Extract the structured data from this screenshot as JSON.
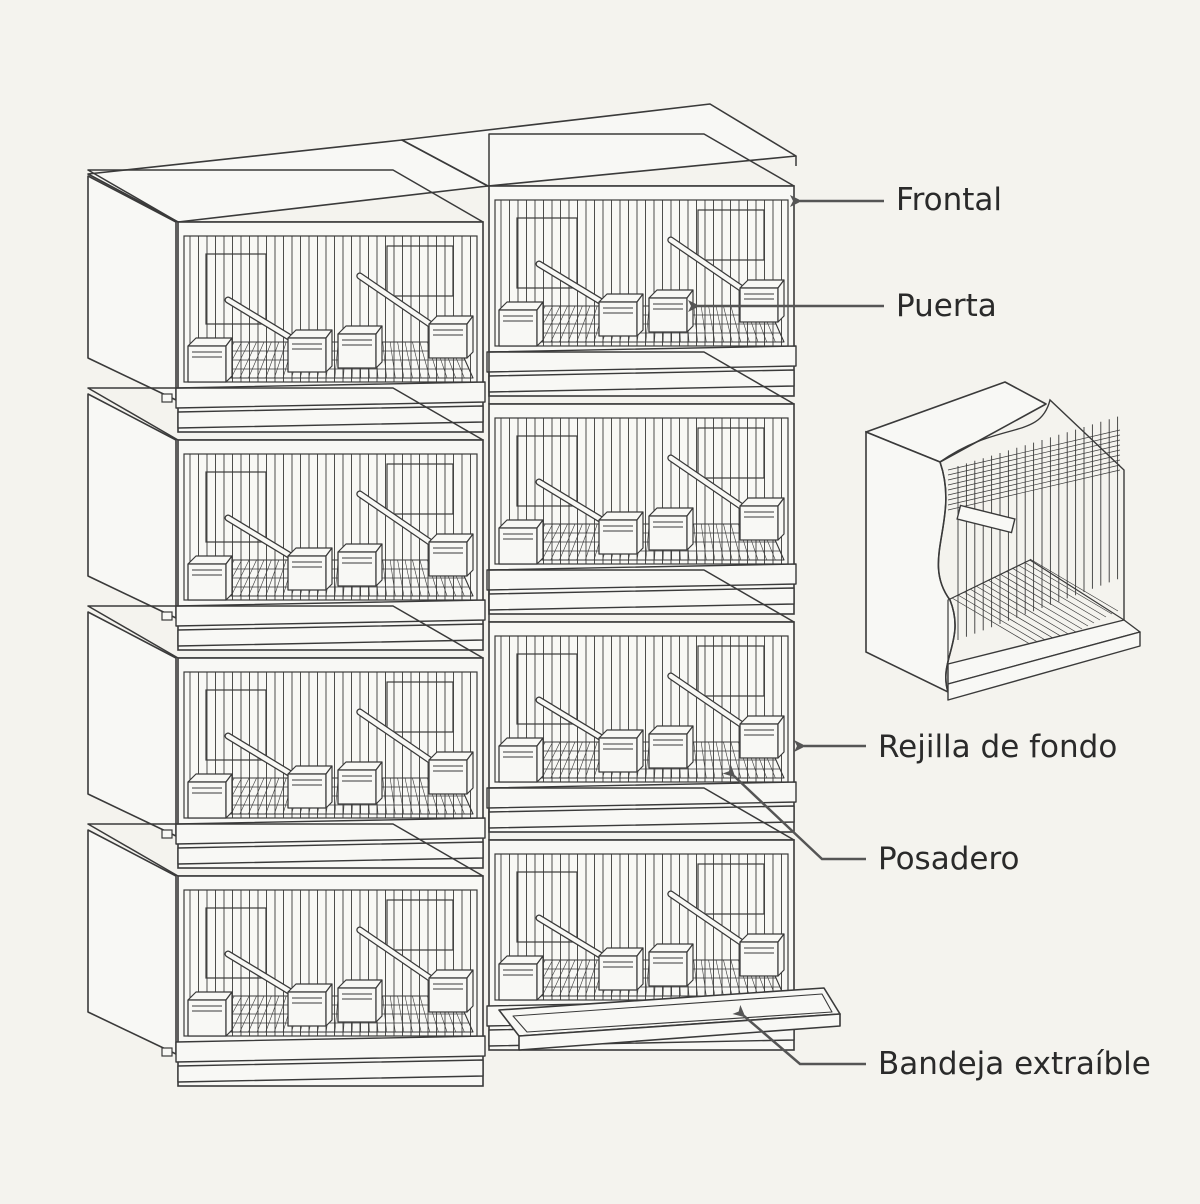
{
  "callouts": [
    {
      "id": "frontal",
      "text": "Frontal"
    },
    {
      "id": "puerta",
      "text": "Puerta"
    },
    {
      "id": "rejilla",
      "text": "Rejilla de fondo"
    },
    {
      "id": "posadero",
      "text": "Posadero"
    },
    {
      "id": "bandeja",
      "text": "Bandeja extraíble"
    }
  ],
  "colors": {
    "background": "#f4f3ee",
    "line": "#3a3a3a",
    "panel": "#f8f8f5",
    "arrow": "#555555",
    "label": "#2a2a2a"
  },
  "cage_layout": {
    "columns": 2,
    "rows": 4,
    "open_tray_cell": "bottom-right"
  },
  "icons": [
    "arrow-left-icon",
    "arrow-up-left-icon"
  ]
}
